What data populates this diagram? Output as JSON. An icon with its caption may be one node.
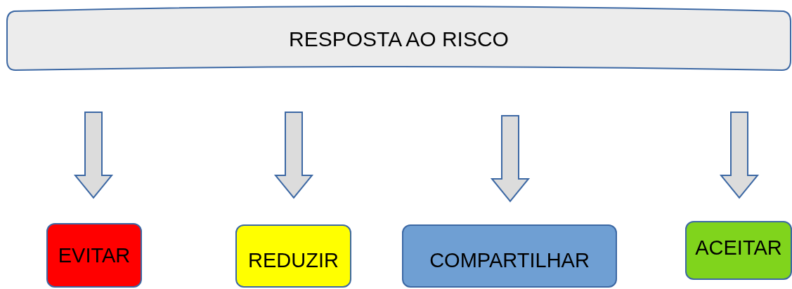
{
  "diagram": {
    "nodes": [
      {
        "text": [
          "RESPOSTA AO RISCO"
        ]
      },
      {
        "text": [
          "EVITAR"
        ]
      },
      {
        "text": [
          "REDUZIR"
        ]
      },
      {
        "text": [
          "COMPARTILHAR"
        ]
      },
      {
        "text": [
          "ACEITAR"
        ]
      }
    ],
    "edges": [
      {
        "from": 0,
        "to": 1,
        "arrow": "to"
      },
      {
        "from": 0,
        "to": 2,
        "arrow": "to"
      },
      {
        "from": 0,
        "to": 3,
        "arrow": "to"
      },
      {
        "from": 0,
        "to": 4,
        "arrow": "to"
      }
    ]
  }
}
